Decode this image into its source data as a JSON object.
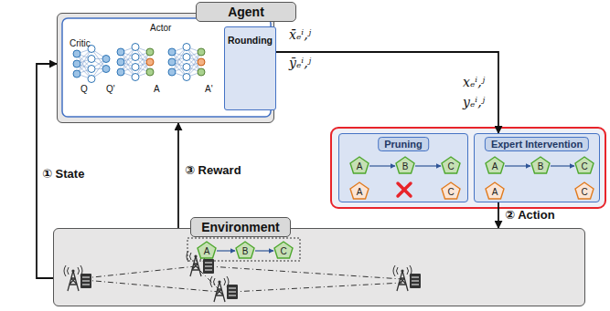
{
  "diagram": {
    "nodes": [
      {
        "text": [
          "Agent"
        ]
      },
      {
        "text": [
          "Rounding"
        ],
        "in": 0
      },
      {
        "text": [
          "Pruning"
        ]
      },
      {
        "text": [
          "A"
        ],
        "in": 2
      },
      {
        "text": [
          "B"
        ],
        "in": 2
      },
      {
        "text": [
          "C"
        ],
        "in": 2
      },
      {
        "text": [
          "A"
        ],
        "in": 2
      },
      {
        "text": [
          "C"
        ],
        "in": 2
      },
      {
        "text": [
          "Expert Intervention"
        ]
      },
      {
        "text": [
          "A"
        ],
        "in": 8
      },
      {
        "text": [
          "B"
        ],
        "in": 8
      },
      {
        "text": [
          "C"
        ],
        "in": 8
      },
      {
        "text": [
          "A"
        ],
        "in": 8
      },
      {
        "text": [
          "C"
        ],
        "in": 8
      },
      {
        "text": [
          "Environment"
        ]
      },
      {
        "text": [
          "A"
        ],
        "in": 14
      },
      {
        "text": [
          "B"
        ],
        "in": 14
      },
      {
        "text": [
          "C"
        ],
        "in": 14
      }
    ],
    "edges": [
      {
        "from": 14,
        "to": 0,
        "arrow": "to",
        "label": "① State"
      },
      {
        "from": 1,
        "to": 8,
        "arrow": "to"
      },
      {
        "from": 8,
        "to": 14,
        "arrow": "to",
        "label": "② Action"
      },
      {
        "from": 14,
        "to": 0,
        "arrow": "to",
        "label": "③ Reward"
      },
      {
        "from": 3,
        "to": 4,
        "arrow": "to"
      },
      {
        "from": 4,
        "to": 5,
        "arrow": "to"
      },
      {
        "from": 9,
        "to": 10,
        "arrow": "to"
      },
      {
        "from": 10,
        "to": 11,
        "arrow": "to"
      },
      {
        "from": 15,
        "to": 16,
        "arrow": "to"
      },
      {
        "from": 16,
        "to": 17,
        "arrow": "to"
      }
    ],
    "labels": [
      "Critic",
      "Actor",
      "Q",
      "Q'",
      "A",
      "A'",
      "x̄ₑⁱ,ʲ",
      "ȳₑⁱ,ʲ",
      "xₑⁱ,ʲ",
      "yₑⁱ,ʲ"
    ]
  }
}
